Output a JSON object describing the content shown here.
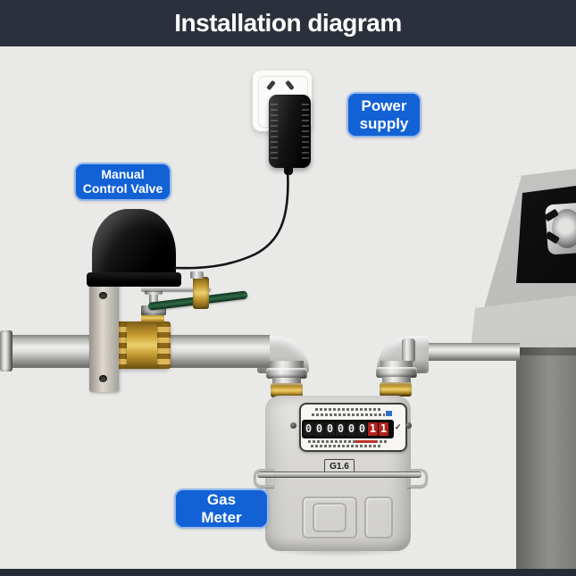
{
  "header": {
    "title": "Installation diagram"
  },
  "labels": {
    "power_supply": {
      "line1": "Power",
      "line2": "supply"
    },
    "manual_valve": {
      "line1": "Manual",
      "line2": "Control Valve"
    },
    "gas_meter": {
      "line1": "Gas",
      "line2": "Meter"
    }
  },
  "meter": {
    "model_label": "G1.6",
    "counter_digits": [
      "0",
      "0",
      "0",
      "0",
      "0",
      "0",
      "1",
      "1"
    ],
    "red_digits_from_index": 6,
    "counter_check_mark": "✓"
  },
  "colors": {
    "header_bg": "#2b313c",
    "page_bg": "#e9e9e7",
    "label_blue": "#1262d6",
    "counter_red": "#b2221c",
    "brass": "#c49a2e",
    "footer_bar": "#262c37"
  }
}
